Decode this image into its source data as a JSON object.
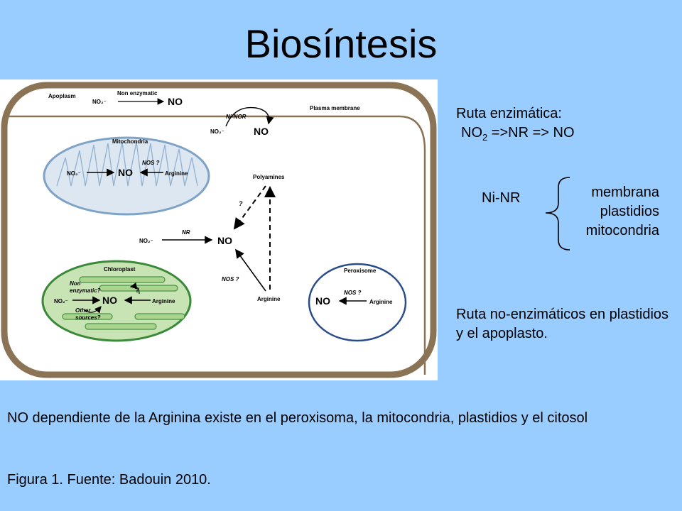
{
  "slide": {
    "title": "Biosíntesis"
  },
  "right_panel": {
    "ruta_title": "Ruta enzimática:",
    "formula_prefix": "NO",
    "formula_sub": "2",
    "formula_suffix": " =>NR => NO",
    "ninr_label": "Ni-NR",
    "locations": [
      "membrana",
      "plastidios",
      "mitocondria"
    ],
    "no_enzimatico": "Ruta no-enzimáticos en plastidios y el apoplasto."
  },
  "bottom": {
    "description": "NO dependiente de la Arginina existe en el peroxisoma, la mitocondria, plastidios y el citosol",
    "source": "Figura 1. Fuente: Badouin 2010."
  },
  "figure": {
    "apoplasm": "Apoplasm",
    "no2_label": "NO₂⁻",
    "non_enzymatic": "Non enzymatic",
    "no": "NO",
    "plasma_membrane": "Plasma membrane",
    "ni_nor": "Ni-NOR",
    "mitochondria": "Mitochondria",
    "nos_q": "NOS ?",
    "arginine": "Arginine",
    "polyamines": "Polyamines",
    "question": "?",
    "nr": "NR",
    "chloroplast": "Chloroplast",
    "non_enz_q_1": "Non",
    "non_enz_q_2": "enzymatic?",
    "other_sources_1": "Other",
    "other_sources_2": "sources?",
    "peroxisome": "Peroxisome"
  },
  "colors": {
    "background": "#99CCFF",
    "cell_wall": "#8B7355",
    "mito_fill": "#DCE7F2",
    "mito_stroke": "#7FA3C7",
    "chloro_fill": "#C8E3B4",
    "chloro_stroke": "#3A8A3A",
    "perox_stroke": "#2B4C8A"
  }
}
